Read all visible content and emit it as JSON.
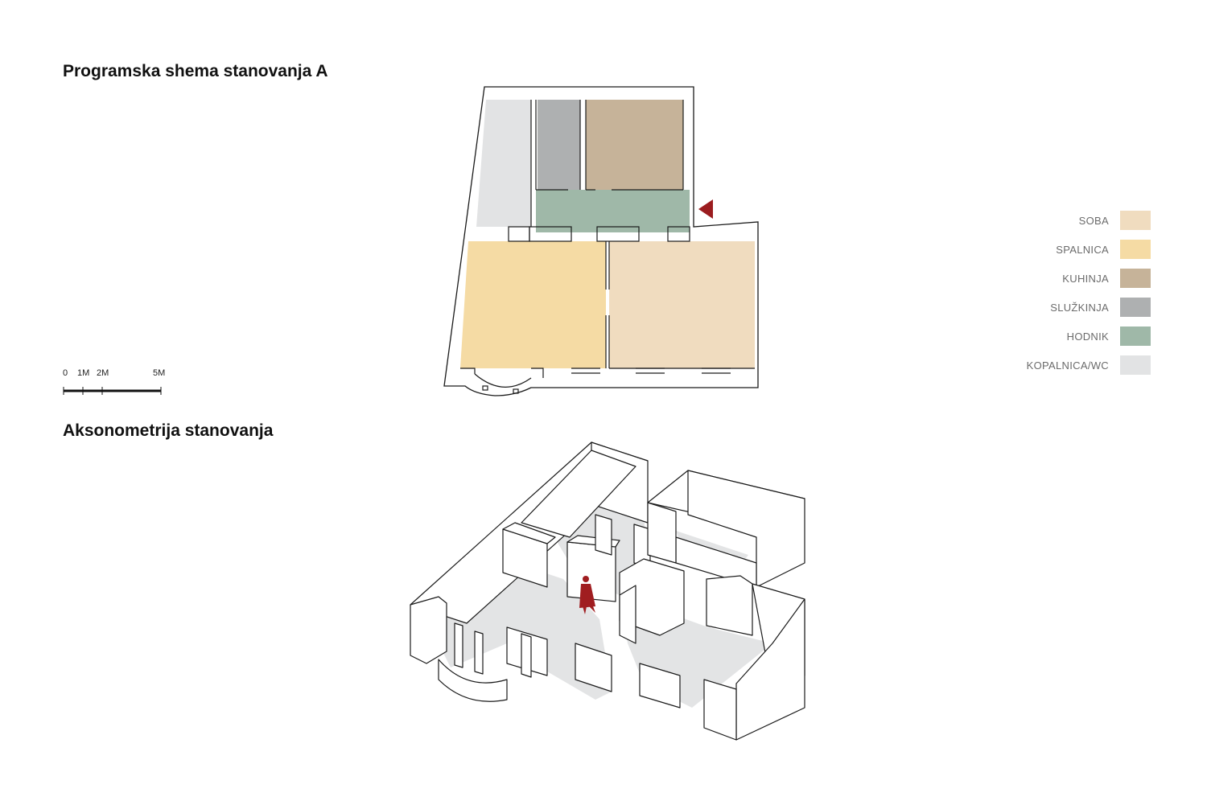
{
  "titles": {
    "plan": "Programska shema stanovanja A",
    "axonometric": "Aksonometrija stanovanja"
  },
  "legend": [
    {
      "label": "SOBA",
      "color": "#f0dcbf"
    },
    {
      "label": "SPALNICA",
      "color": "#f5dba4"
    },
    {
      "label": "KUHINJA",
      "color": "#c6b399"
    },
    {
      "label": "SLUŽKINJA",
      "color": "#aeb0b1"
    },
    {
      "label": "HODNIK",
      "color": "#9fb8a8"
    },
    {
      "label": "KOPALNICA/WC",
      "color": "#e2e3e4"
    }
  ],
  "scale_bar": {
    "labels": [
      "0",
      "1M",
      "2M",
      "5M"
    ]
  },
  "colors": {
    "wall_stroke": "#1a1a1a",
    "entrance_marker": "#9b1c1f",
    "axo_floor": "#e3e4e5",
    "person": "#a01d20"
  }
}
